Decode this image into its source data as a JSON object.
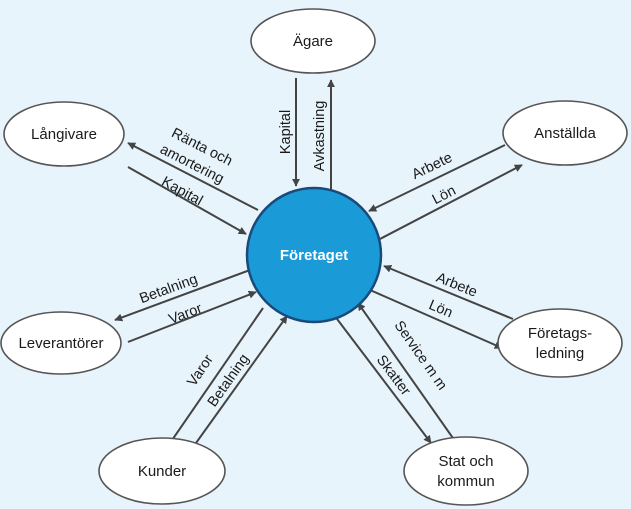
{
  "center": {
    "label": "Företaget",
    "fill": "#1a9ad7",
    "stroke": "#1a4a7a"
  },
  "nodes": {
    "agare": [
      "Ägare"
    ],
    "langivare": [
      "Långivare"
    ],
    "anstallda": [
      "Anställda"
    ],
    "leverantorer": [
      "Leverantörer"
    ],
    "foretagsledning": [
      "Företags-",
      "ledning"
    ],
    "kunder": [
      "Kunder"
    ],
    "stat": [
      "Stat och",
      "kommun"
    ]
  },
  "flows": {
    "agare_kapital": "Kapital",
    "agare_avkastning": "Avkastning",
    "langivare_ranta_1": "Ränta och",
    "langivare_ranta_2": "amortering",
    "langivare_kapital": "Kapital",
    "anstallda_arbete": "Arbete",
    "anstallda_lon": "Lön",
    "leverantorer_betalning": "Betalning",
    "leverantorer_varor": "Varor",
    "ledning_arbete": "Arbete",
    "ledning_lon": "Lön",
    "kunder_varor": "Varor",
    "kunder_betalning": "Betalning",
    "stat_service": "Service m m",
    "stat_skatter": "Skatter"
  }
}
